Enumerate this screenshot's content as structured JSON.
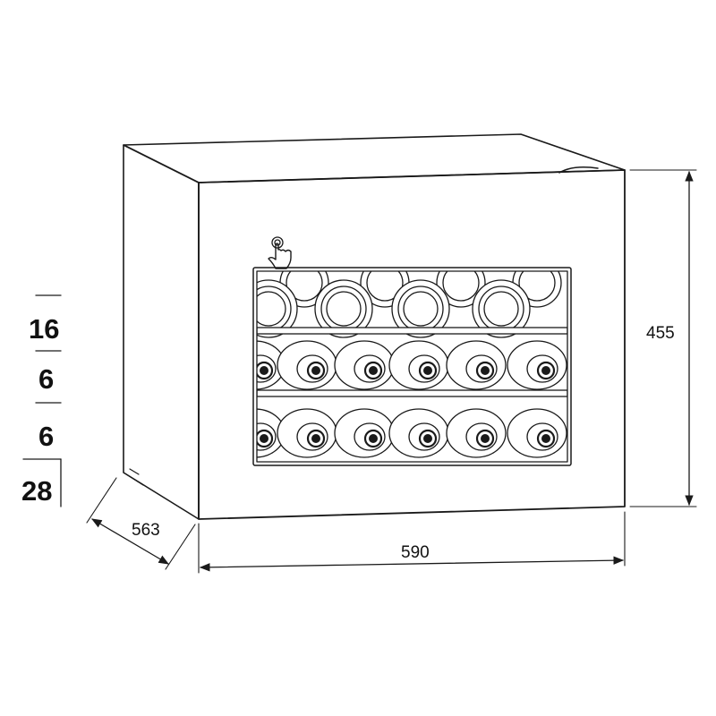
{
  "dimensions": {
    "height": "455",
    "width": "590",
    "depth": "563"
  },
  "capacity": {
    "shelf_counts": [
      "16",
      "6",
      "6"
    ],
    "total": "28"
  },
  "door_icon": "touch-hand-icon"
}
